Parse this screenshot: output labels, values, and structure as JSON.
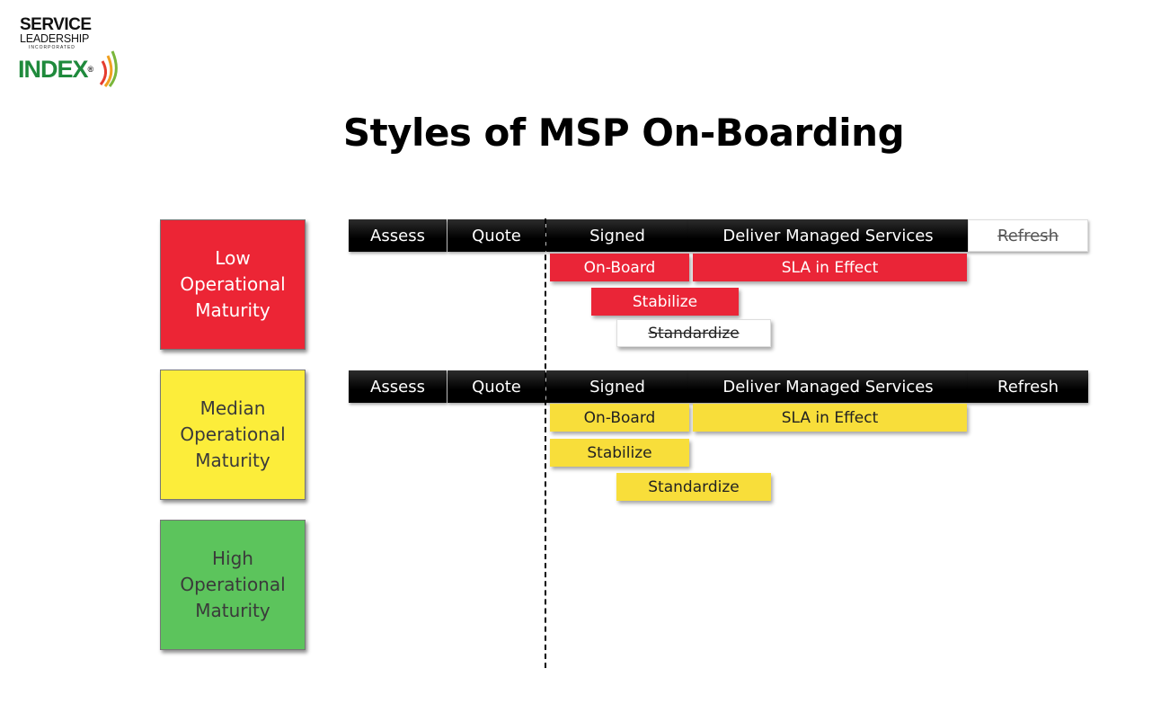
{
  "logo": {
    "line1": "SERVICE",
    "line2": "LEADERSHIP",
    "line3": "INCORPORATED",
    "line4": "INDEX",
    "mark": "®"
  },
  "title": "Styles of MSP On-Boarding",
  "maturity_levels": [
    {
      "label": "Low\nOperational\nMaturity",
      "color": "#ec2535"
    },
    {
      "label": "Median\nOperational\nMaturity",
      "color": "#fced3a"
    },
    {
      "label": "High\nOperational\nMaturity",
      "color": "#5cc45c"
    }
  ],
  "timeline_low": {
    "phases": [
      "Assess",
      "Quote",
      "Signed",
      "Deliver Managed Services",
      "Refresh"
    ],
    "refresh_struck": true
  },
  "timeline_median": {
    "phases": [
      "Assess",
      "Quote",
      "Signed",
      "Deliver Managed Services",
      "Refresh"
    ],
    "refresh_struck": false
  },
  "bars_low": [
    "On-Board",
    "SLA in Effect",
    "Stabilize",
    "Standardize"
  ],
  "bars_median": [
    "On-Board",
    "SLA in Effect",
    "Stabilize",
    "Standardize"
  ],
  "colors": {
    "red": "#ea2537",
    "yellow": "#f8de3a",
    "green": "#5cc45c",
    "black": "#000000",
    "logo_green": "#1f8a3c"
  }
}
